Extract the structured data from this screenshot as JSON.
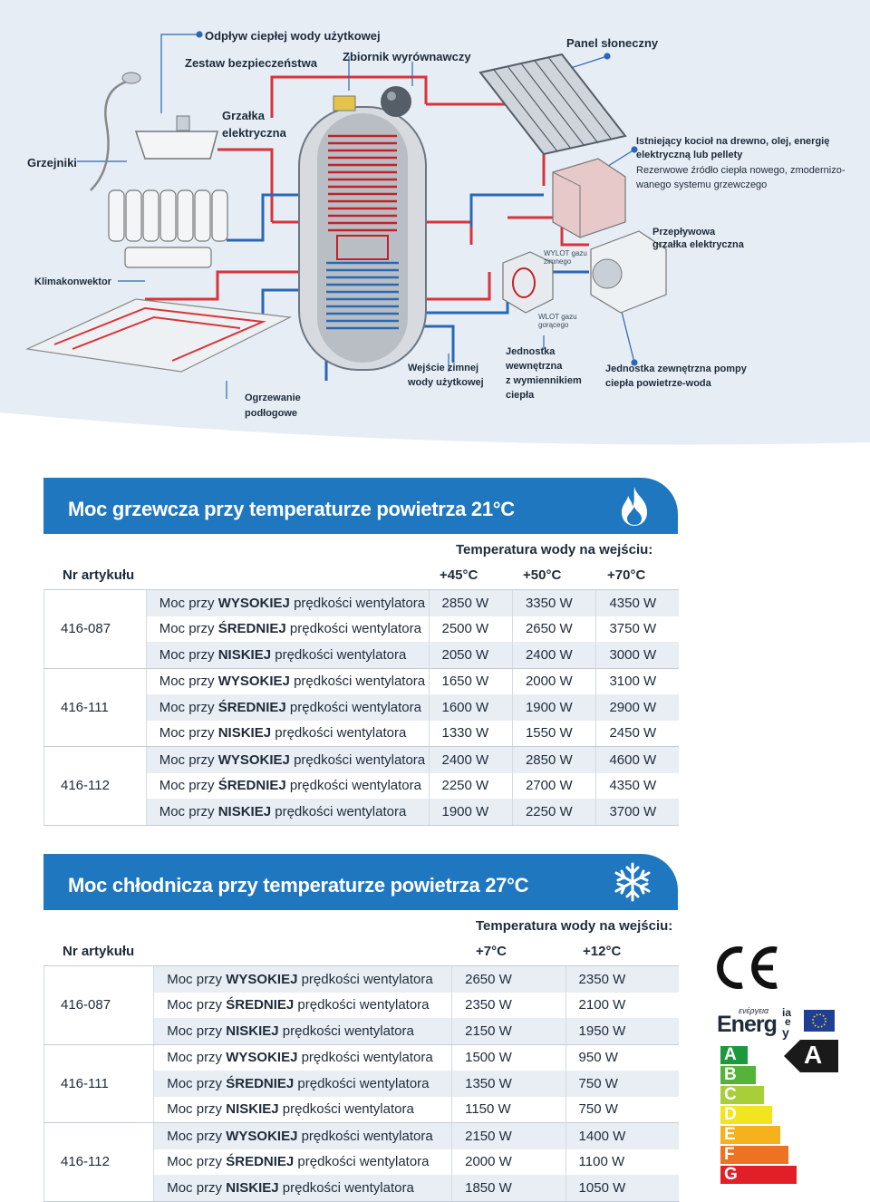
{
  "diagram": {
    "labels": {
      "hot_water_outlet": "Odpływ ciepłej wody użytkowej",
      "safety_set": "Zestaw bezpieczeństwa",
      "expansion_tank": "Zbiornik wyrównawczy",
      "solar_panel": "Panel słoneczny",
      "radiators": "Grzejniki",
      "electric_heater_line1": "Grzałka",
      "electric_heater_line2": "elektryczna",
      "boiler_line1": "Istniejący kocioł na drewno, olej, energię",
      "boiler_line2": "elektryczną lub pellety",
      "boiler_line3": "Rezerwowe źródło ciepła nowego, zmodernizo-",
      "boiler_line4": "wanego systemu grzewczego",
      "fan_coil": "Klimakonwektor",
      "flow_heater_line1": "Przepływowa",
      "flow_heater_line2": "grzałka elektryczna",
      "cold_gas_out_line1": "WYLOT gazu",
      "cold_gas_out_line2": "zimnego",
      "hot_gas_in_line1": "WLOT gazu",
      "hot_gas_in_line2": "gorącego",
      "floor_heating_line1": "Ogrzewanie",
      "floor_heating_line2": "podłogowe",
      "cold_water_in_line1": "Wejście zimnej",
      "cold_water_in_line2": "wody użytkowej",
      "indoor_unit_line1": "Jednostka",
      "indoor_unit_line2": "wewnętrzna",
      "indoor_unit_line3": "z wymiennikiem",
      "indoor_unit_line4": "ciepła",
      "outdoor_unit_line1": "Jednostka zewnętrzna pompy",
      "outdoor_unit_line2": "ciepła powietrze-woda"
    }
  },
  "heating": {
    "title": "Moc grzewcza przy temperaturze powietrza 21°C",
    "icon": "flame-icon",
    "water_temp_label": "Temperatura wody na wejściu:",
    "article_label": "Nr artykułu",
    "temps": [
      "+45°C",
      "+50°C",
      "+70°C"
    ],
    "rows": [
      {
        "article": "",
        "prefix": "Moc przy ",
        "speed": "WYSOKIEJ",
        "suffix": " prędkości wentylatora",
        "values": [
          "2850 W",
          "3350 W",
          "4350 W"
        ]
      },
      {
        "article": "416-087",
        "prefix": "Moc przy ",
        "speed": "ŚREDNIEJ",
        "suffix": " prędkości wentylatora",
        "values": [
          "2500 W",
          "2650 W",
          "3750 W"
        ]
      },
      {
        "article": "",
        "prefix": "Moc przy ",
        "speed": "NISKIEJ",
        "suffix": " prędkości wentylatora",
        "values": [
          "2050 W",
          "2400 W",
          "3000 W"
        ]
      },
      {
        "article": "",
        "prefix": "Moc przy ",
        "speed": "WYSOKIEJ",
        "suffix": " prędkości wentylatora",
        "values": [
          "1650 W",
          "2000 W",
          "3100 W"
        ]
      },
      {
        "article": "416-111",
        "prefix": "Moc przy ",
        "speed": "ŚREDNIEJ",
        "suffix": " prędkości wentylatora",
        "values": [
          "1600 W",
          "1900 W",
          "2900 W"
        ]
      },
      {
        "article": "",
        "prefix": "Moc przy ",
        "speed": "NISKIEJ",
        "suffix": " prędkości wentylatora",
        "values": [
          "1330 W",
          "1550 W",
          "2450 W"
        ]
      },
      {
        "article": "",
        "prefix": "Moc przy ",
        "speed": "WYSOKIEJ",
        "suffix": " prędkości wentylatora",
        "values": [
          "2400 W",
          "2850 W",
          "4600 W"
        ]
      },
      {
        "article": "416-112",
        "prefix": "Moc przy ",
        "speed": "ŚREDNIEJ",
        "suffix": " prędkości wentylatora",
        "values": [
          "2250 W",
          "2700 W",
          "4350 W"
        ]
      },
      {
        "article": "",
        "prefix": "Moc przy ",
        "speed": "NISKIEJ",
        "suffix": " prędkości wentylatora",
        "values": [
          "1900 W",
          "2250 W",
          "3700 W"
        ]
      }
    ]
  },
  "cooling": {
    "title": "Moc chłodnicza przy temperaturze powietrza 27°C",
    "icon": "snowflake-icon",
    "water_temp_label": "Temperatura wody na wejściu:",
    "article_label": "Nr artykułu",
    "temps": [
      "+7°C",
      "+12°C"
    ],
    "rows": [
      {
        "article": "",
        "prefix": "Moc przy ",
        "speed": "WYSOKIEJ",
        "suffix": " prędkości wentylatora",
        "values": [
          "2650 W",
          "2350 W"
        ]
      },
      {
        "article": "416-087",
        "prefix": "Moc przy ",
        "speed": "ŚREDNIEJ",
        "suffix": " prędkości wentylatora",
        "values": [
          "2350 W",
          "2100 W"
        ]
      },
      {
        "article": "",
        "prefix": "Moc przy ",
        "speed": "NISKIEJ",
        "suffix": " prędkości wentylatora",
        "values": [
          "2150 W",
          "1950 W"
        ]
      },
      {
        "article": "",
        "prefix": "Moc przy ",
        "speed": "WYSOKIEJ",
        "suffix": " prędkości wentylatora",
        "values": [
          "1500 W",
          "950 W"
        ]
      },
      {
        "article": "416-111",
        "prefix": "Moc przy ",
        "speed": "ŚREDNIEJ",
        "suffix": " prędkości wentylatora",
        "values": [
          "1350 W",
          "750 W"
        ]
      },
      {
        "article": "",
        "prefix": "Moc przy ",
        "speed": "NISKIEJ",
        "suffix": " prędkości wentylatora",
        "values": [
          "1150 W",
          "750 W"
        ]
      },
      {
        "article": "",
        "prefix": "Moc przy ",
        "speed": "WYSOKIEJ",
        "suffix": " prędkości wentylatora",
        "values": [
          "2150 W",
          "1400 W"
        ]
      },
      {
        "article": "416-112",
        "prefix": "Moc przy ",
        "speed": "ŚREDNIEJ",
        "suffix": " prędkości wentylatora",
        "values": [
          "2000 W",
          "1100 W"
        ]
      },
      {
        "article": "",
        "prefix": "Moc przy ",
        "speed": "NISKIEJ",
        "suffix": " prędkości wentylatora",
        "values": [
          "1850 W",
          "1050 W"
        ]
      }
    ]
  },
  "badges": {
    "ce_mark": "CE",
    "energy_label": {
      "brand_word": "Energ",
      "greek_word": "ενέργεια",
      "suffix_top": "ia",
      "suffix_mid": "e",
      "suffix_bot": "y",
      "classes": [
        "A",
        "B",
        "C",
        "D",
        "E",
        "F",
        "G"
      ],
      "class_colors": [
        "#1a9a3d",
        "#56b33a",
        "#a8cf3a",
        "#f2e51f",
        "#f6b21c",
        "#ed7221",
        "#e21e26"
      ],
      "rating": "A"
    }
  },
  "colors": {
    "accent_blue": "#1f77c0",
    "diagram_bg": "#e6edf5",
    "pipe_red": "#d8343a",
    "pipe_blue": "#2b68b4"
  }
}
